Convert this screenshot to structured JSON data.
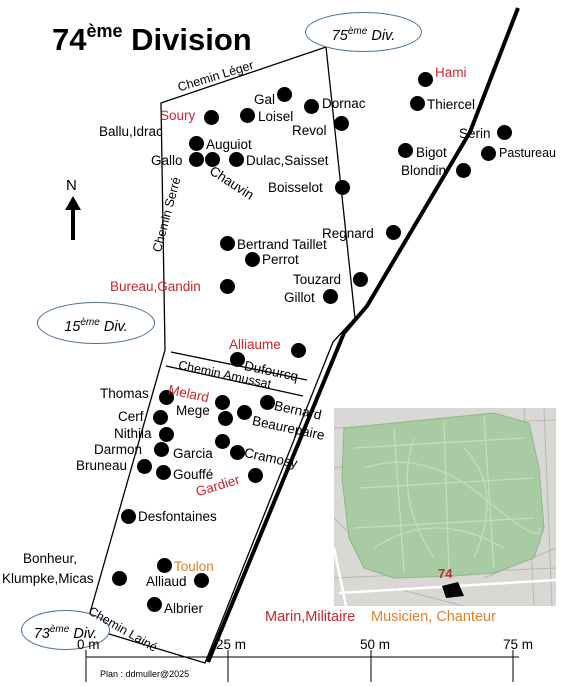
{
  "title": {
    "main": "74",
    "sup": "ème",
    "rest": " Division"
  },
  "divisions": [
    {
      "num": "75",
      "sup": "ème",
      "suffix": " Div."
    },
    {
      "num": "15",
      "sup": "ème",
      "suffix": " Div."
    },
    {
      "num": "73",
      "sup": "ème",
      "suffix": " Div."
    }
  ],
  "paths": {
    "chemin_leger": "Chemin Léger",
    "chemin_serre": "Chemin Serré",
    "chemin_amussat": "Chemin Amussat",
    "chemin_laine": "Chemin Lainé",
    "chauvin": "Chauvin"
  },
  "north": "N",
  "graves": [
    "Hami",
    "Gal",
    "Dornac",
    "Thiercel",
    "Soury",
    "Loisel",
    "Revol",
    "Serin",
    "Ballu,Idrac",
    "Auguiot",
    "Bigot",
    "Pastureau",
    "Gallo",
    "Dulac,Saisset",
    "Blondin",
    "Boisselot",
    "Regnard",
    "Bertrand Taillet",
    "Perrot",
    "Touzard",
    "Bureau,Gandin",
    "Gillot",
    "Alliaume",
    "Dufourcq",
    "Thomas",
    "Melard",
    "Bernard",
    "Cerf",
    "Mege",
    "Beaurepaire",
    "Nithila",
    "Darmon",
    "Garcia",
    "Bruneau",
    "Cramosy",
    "Gouffé",
    "Gardier",
    "Desfontaines",
    "Bonheur,",
    "Klumpke,Micas",
    "Toulon",
    "Alliaud",
    "Albrier"
  ],
  "legend": {
    "military": "Marin,Militaire",
    "musician": "Musicien, Chanteur"
  },
  "scale": {
    "ticks": [
      "0 m",
      "25 m",
      "50 m",
      "75 m"
    ]
  },
  "credit": "Plan : ddmuller@2025",
  "inset": {
    "label": "74"
  },
  "colors": {
    "military": "#c8262c",
    "musician": "#e1822a",
    "oval_border": "#4a6f9a",
    "park_green": "#a9cba4"
  }
}
